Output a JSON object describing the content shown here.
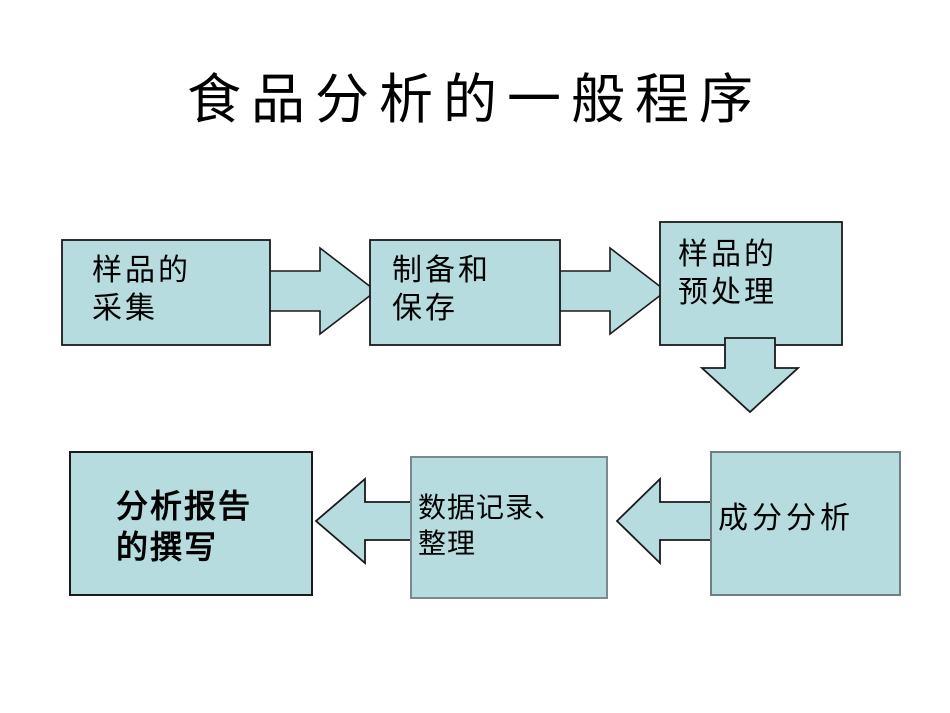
{
  "slide": {
    "title": "食品分析的一般程序",
    "background_color": "#ffffff",
    "box_fill_color": "#b7dce0",
    "box_border_color": "#1a1a1a",
    "text_color": "#000000"
  },
  "flow": {
    "nodes": [
      {
        "id": "sample-collection",
        "name": "样品的采集",
        "lines": [
          "样品的",
          "采集"
        ],
        "order": 1,
        "row": "top",
        "column": 1
      },
      {
        "id": "preparation-preservation",
        "name": "制备和保存",
        "lines": [
          "制备和",
          "保存"
        ],
        "order": 2,
        "row": "top",
        "column": 2
      },
      {
        "id": "sample-pretreatment",
        "name": "样品的预处理",
        "lines": [
          "样品的",
          "预处理"
        ],
        "order": 3,
        "row": "top",
        "column": 3
      },
      {
        "id": "component-analysis",
        "name": "成分分析",
        "lines": [
          "成分分析"
        ],
        "order": 4,
        "row": "bottom",
        "column": 3
      },
      {
        "id": "data-recording",
        "name": "数据记录、整理",
        "lines": [
          "数据记录、",
          "整理"
        ],
        "order": 5,
        "row": "bottom",
        "column": 2
      },
      {
        "id": "analysis-report",
        "name": "分析报告的撰写",
        "lines": [
          "分析报告",
          "的撰写"
        ],
        "order": 6,
        "row": "bottom",
        "column": 1
      }
    ],
    "connectors": [
      {
        "id": "arrow-1",
        "from": "sample-collection",
        "to": "preparation-preservation",
        "direction": "right"
      },
      {
        "id": "arrow-2",
        "from": "preparation-preservation",
        "to": "sample-pretreatment",
        "direction": "right"
      },
      {
        "id": "arrow-3",
        "from": "sample-pretreatment",
        "to": "component-analysis",
        "direction": "down"
      },
      {
        "id": "arrow-4",
        "from": "component-analysis",
        "to": "data-recording",
        "direction": "left"
      },
      {
        "id": "arrow-5",
        "from": "data-recording",
        "to": "analysis-report",
        "direction": "left"
      }
    ]
  }
}
